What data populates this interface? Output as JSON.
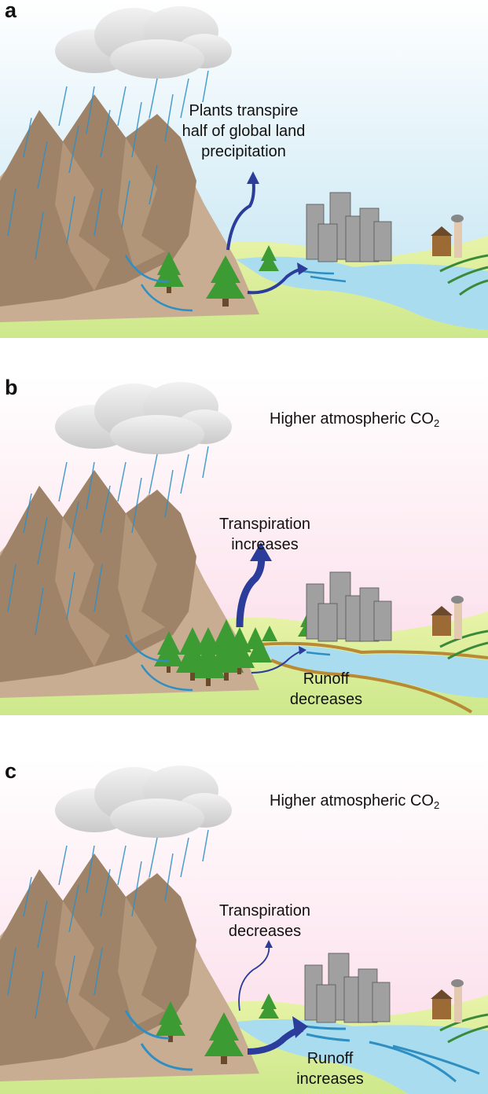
{
  "panels": [
    {
      "letter": "a",
      "sky_color": "#bfe3f2",
      "label_transpiration_lines": [
        "Plants transpire",
        "half of global land",
        "precipitation"
      ]
    },
    {
      "letter": "b",
      "sky_color": "#fbd8e6",
      "co2_label": "Higher atmospheric CO",
      "co2_subscript": "2",
      "label_transpiration_lines": [
        "Transpiration",
        "increases"
      ],
      "label_runoff_lines": [
        "Runoff",
        "decreases"
      ]
    },
    {
      "letter": "c",
      "sky_color": "#fbd8e6",
      "co2_label": "Higher atmospheric CO",
      "co2_subscript": "2",
      "label_transpiration_lines": [
        "Transpiration",
        "decreases"
      ],
      "label_runoff_lines": [
        "Runoff",
        "increases"
      ]
    }
  ],
  "colors": {
    "mountain_dark": "#9e8369",
    "mountain_light": "#c8ad93",
    "ground": "#d7ec9a",
    "river": "#a9dcef",
    "tree": "#3d9b34",
    "arrow_dark": "#2b3c9b",
    "arrow_light": "#2f8fc3",
    "rain": "#2e8fc4",
    "cloud": "#d9d9d9",
    "building": "#9b9b9b",
    "brown_bank": "#b98a35"
  }
}
